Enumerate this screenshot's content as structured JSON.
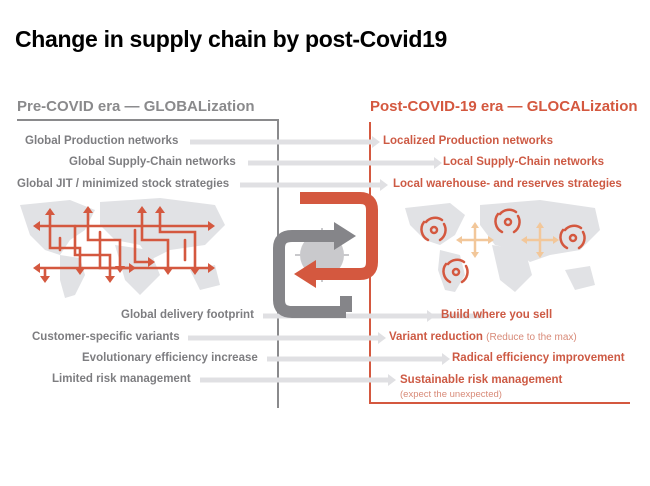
{
  "title": "Change in supply chain by post-Covid19",
  "pre_covid": {
    "heading": "Pre-COVID era — GLOBALization",
    "items_top": [
      "Global Production networks",
      "Global Supply-Chain networks",
      "Global JIT / minimized stock strategies"
    ],
    "items_bottom": [
      "Global delivery footprint",
      "Customer-specific variants",
      "Evolutionary efficiency increase",
      "Limited risk management"
    ],
    "map_icon": "world-map-global-network-arrows-icon"
  },
  "post_covid": {
    "heading": "Post-COVID-19 era — GLOCALization",
    "items_top": [
      "Localized Production networks",
      "Local Supply-Chain networks",
      "Local warehouse- and reserves strategies"
    ],
    "items_bottom": [
      {
        "main": "Build where you sell",
        "note": ""
      },
      {
        "main": "Variant reduction",
        "note": "(Reduce to the max)"
      },
      {
        "main": "Radical efficiency improvement",
        "note": ""
      },
      {
        "main": "Sustainable risk management",
        "note": "(expect the unexpected)"
      }
    ],
    "map_icon": "world-map-regional-cycles-icon"
  },
  "center_icon": "covid-exchange-arrows-icon",
  "colors": {
    "accent_red": "#d4583f",
    "gray_text": "#7d7d80",
    "gray_arrow": "#e0e0e3",
    "gray_icon": "#858589",
    "light_orange": "#f2c79a",
    "map_gray": "#e1e2e5"
  }
}
